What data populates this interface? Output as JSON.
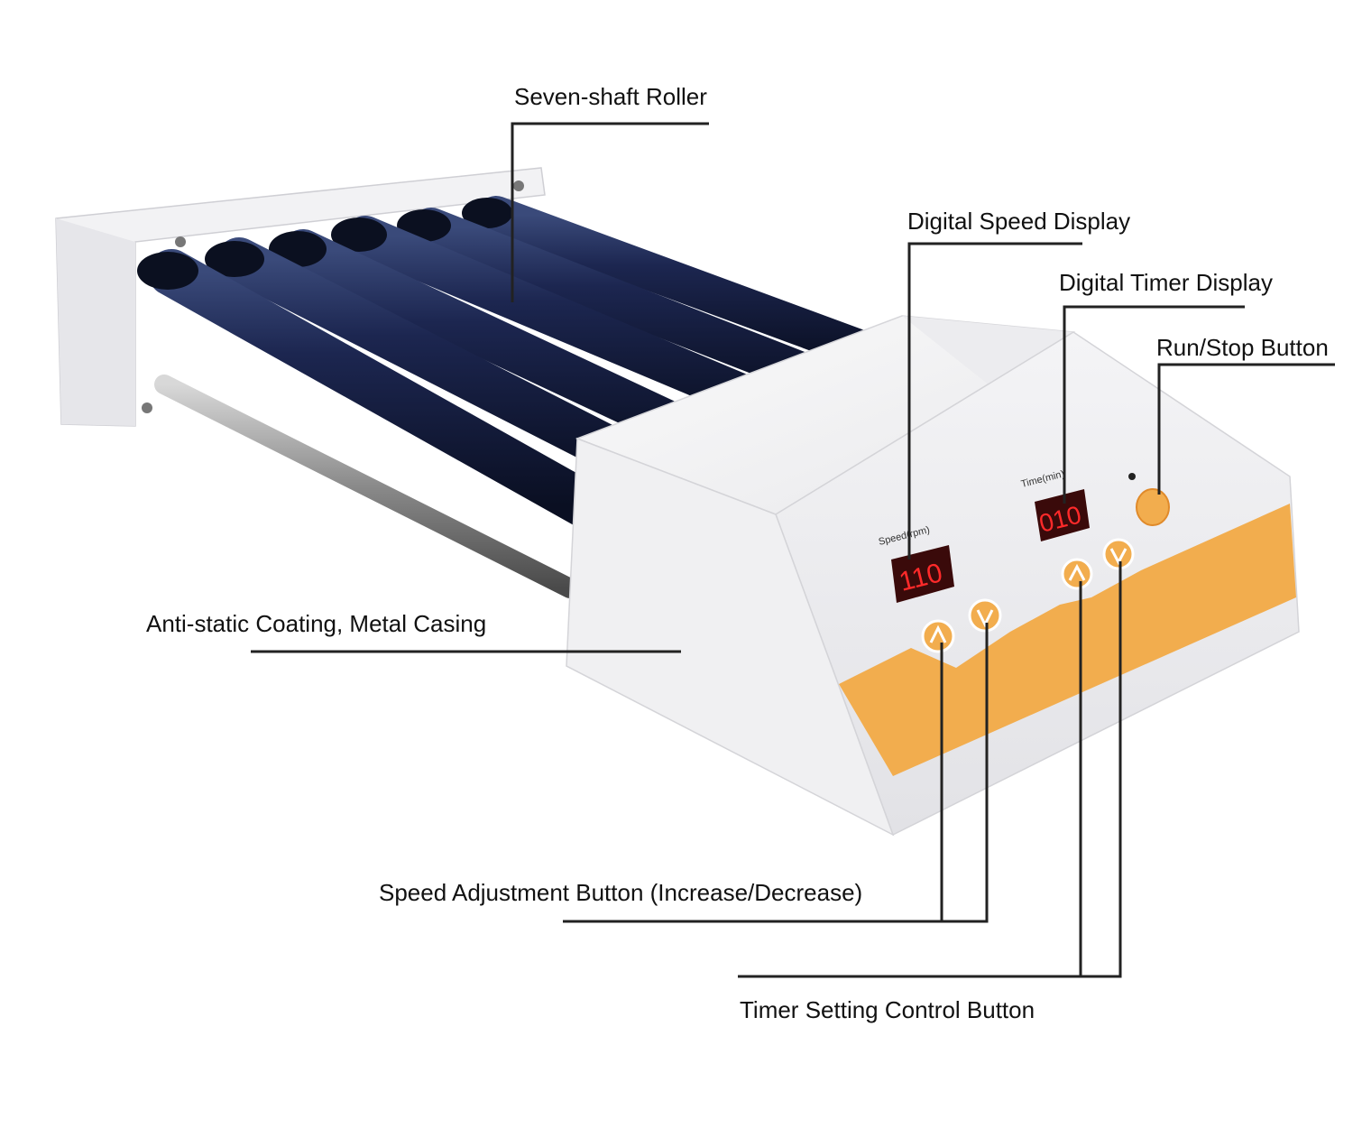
{
  "callouts": {
    "roller": "Seven-shaft Roller",
    "speed_display": "Digital Speed Display",
    "timer_display": "Digital Timer Display",
    "run_stop": "Run/Stop Button",
    "casing": "Anti-static Coating, Metal Casing",
    "speed_buttons": "Speed Adjustment Button (Increase/Decrease)",
    "timer_buttons": "Timer Setting Control Button"
  },
  "device": {
    "speed_label": "Speed(rpm)",
    "speed_value": "110",
    "timer_label": "Time(min)",
    "timer_value": "010"
  },
  "colors": {
    "roller": "#141d3a",
    "casing": "#eeeef0",
    "accent_band": "#f2ad4e",
    "led": "#ff2a2a",
    "leader_line": "#222222"
  }
}
